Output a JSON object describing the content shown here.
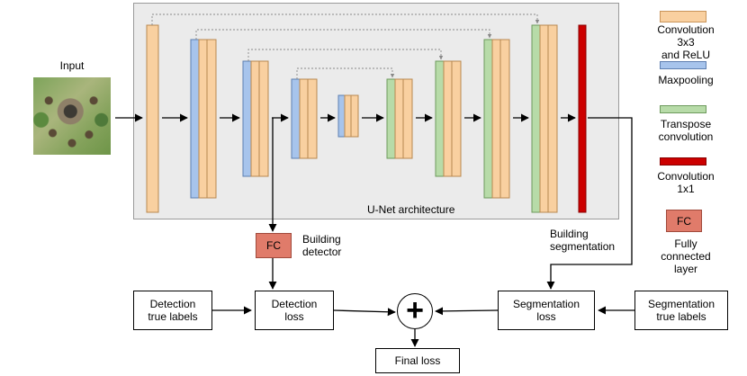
{
  "input_label": "Input",
  "unet_label": "U-Net architecture",
  "fc_label": "FC",
  "building_detector_label": "Building\ndetector",
  "building_segmentation_label": "Building\nsegmentation",
  "boxes": {
    "detection_true_labels": "Detection\ntrue labels",
    "detection_loss": "Detection\nloss",
    "segmentation_loss": "Segmentation\nloss",
    "segmentation_true_labels": "Segmentation\ntrue labels",
    "final_loss": "Final loss",
    "plus": "+"
  },
  "legend": [
    {
      "key": "conv",
      "label": "Convolution\n3x3\nand ReLU",
      "color": "#f9d0a0",
      "border": "#c9955a"
    },
    {
      "key": "pool",
      "label": "Maxpooling",
      "color": "#a7c4ec",
      "border": "#5e7fb0"
    },
    {
      "key": "tconv",
      "label": "Transpose\nconvolution",
      "color": "#b7dba8",
      "border": "#6d9a5c"
    },
    {
      "key": "conv1",
      "label": "Convolution\n1x1",
      "color": "#cc0000",
      "border": "#880000"
    },
    {
      "key": "fc",
      "label": "Fully connected\nlayer",
      "color": "#e07b6a",
      "border": "#a04a3c"
    }
  ],
  "colors": {
    "panel_bg": "#ebebeb",
    "panel_border": "#9a9a9a",
    "conv": "#f9d0a0",
    "pool": "#a7c4ec",
    "tconv": "#b7dba8",
    "conv1x1": "#cc0000",
    "fc": "#e07b6a"
  },
  "network": {
    "blocks": [
      [
        "conv"
      ],
      [
        "pool",
        "conv",
        "conv"
      ],
      [
        "pool",
        "conv",
        "conv"
      ],
      [
        "pool",
        "conv",
        "conv"
      ],
      [
        "pool",
        "conv",
        "conv"
      ],
      [
        "tconv",
        "conv",
        "conv"
      ],
      [
        "tconv",
        "conv",
        "conv"
      ],
      [
        "tconv",
        "conv",
        "conv"
      ],
      [
        "tconv",
        "conv",
        "conv"
      ],
      [
        "conv1x1"
      ]
    ]
  }
}
